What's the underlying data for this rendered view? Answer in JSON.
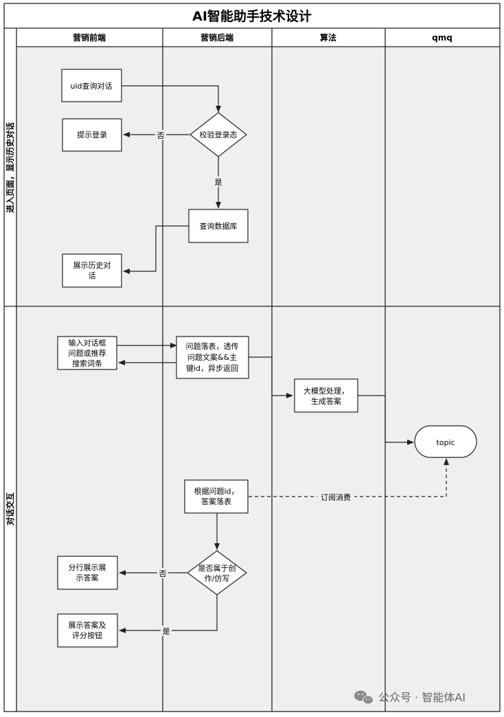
{
  "title": "AI智能助手技术设计",
  "lanes": [
    "营销前端",
    "营销后端",
    "算法",
    "qmq"
  ],
  "phases": [
    "进入页面，显示历史对话",
    "对话交互"
  ],
  "nodes": {
    "uid_query": "uid查询对话",
    "check_login": "校验登录态",
    "prompt_login": "提示登录",
    "query_db": "查询数据库",
    "show_history": [
      "展示历史对",
      "话"
    ],
    "input_box": [
      "输入对话框",
      "问题或推荐",
      "搜索词条"
    ],
    "question_store": [
      "问题落表，透传",
      "问题文案&&主",
      "键id，异步返回"
    ],
    "llm_process": [
      "大模型处理，",
      "生成答案"
    ],
    "topic": "topic",
    "answer_store": [
      "根据问题id，",
      "答案落表"
    ],
    "is_creation": [
      "是否属于创",
      "作/仿写"
    ],
    "show_lines": [
      "分行展示展",
      "示答案"
    ],
    "show_rating": [
      "展示答案及",
      "评分按钮"
    ]
  },
  "edge_labels": {
    "no": "否",
    "yes": "是",
    "subscribe": "订阅消费"
  },
  "watermark": "公众号 · 智能体AI"
}
